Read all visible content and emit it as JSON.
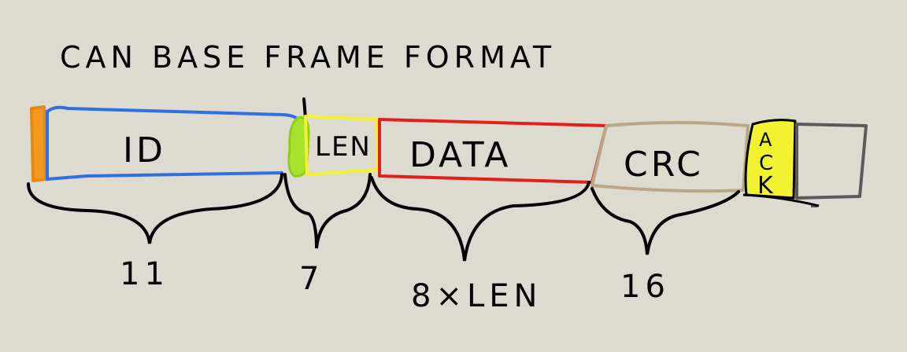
{
  "title": "CAN BASE FRAME FORMAT",
  "fields": {
    "id": "ID",
    "len": "LEN",
    "data": "DATA",
    "crc": "CRC",
    "ack": [
      "A",
      "C",
      "K"
    ]
  },
  "counts": {
    "id": "11",
    "len": "7",
    "data": "8×LEN",
    "crc": "16"
  },
  "colors": {
    "background": "#dddad0",
    "sof": "#f39a1e",
    "id": "#2f6fe0",
    "rtr": "#a6e22e",
    "len": "#f2f230",
    "data": "#e0201a",
    "crc": "#b8a888",
    "ack": "#f2f230",
    "eof": "#5a5a5a",
    "ink": "#000000"
  }
}
